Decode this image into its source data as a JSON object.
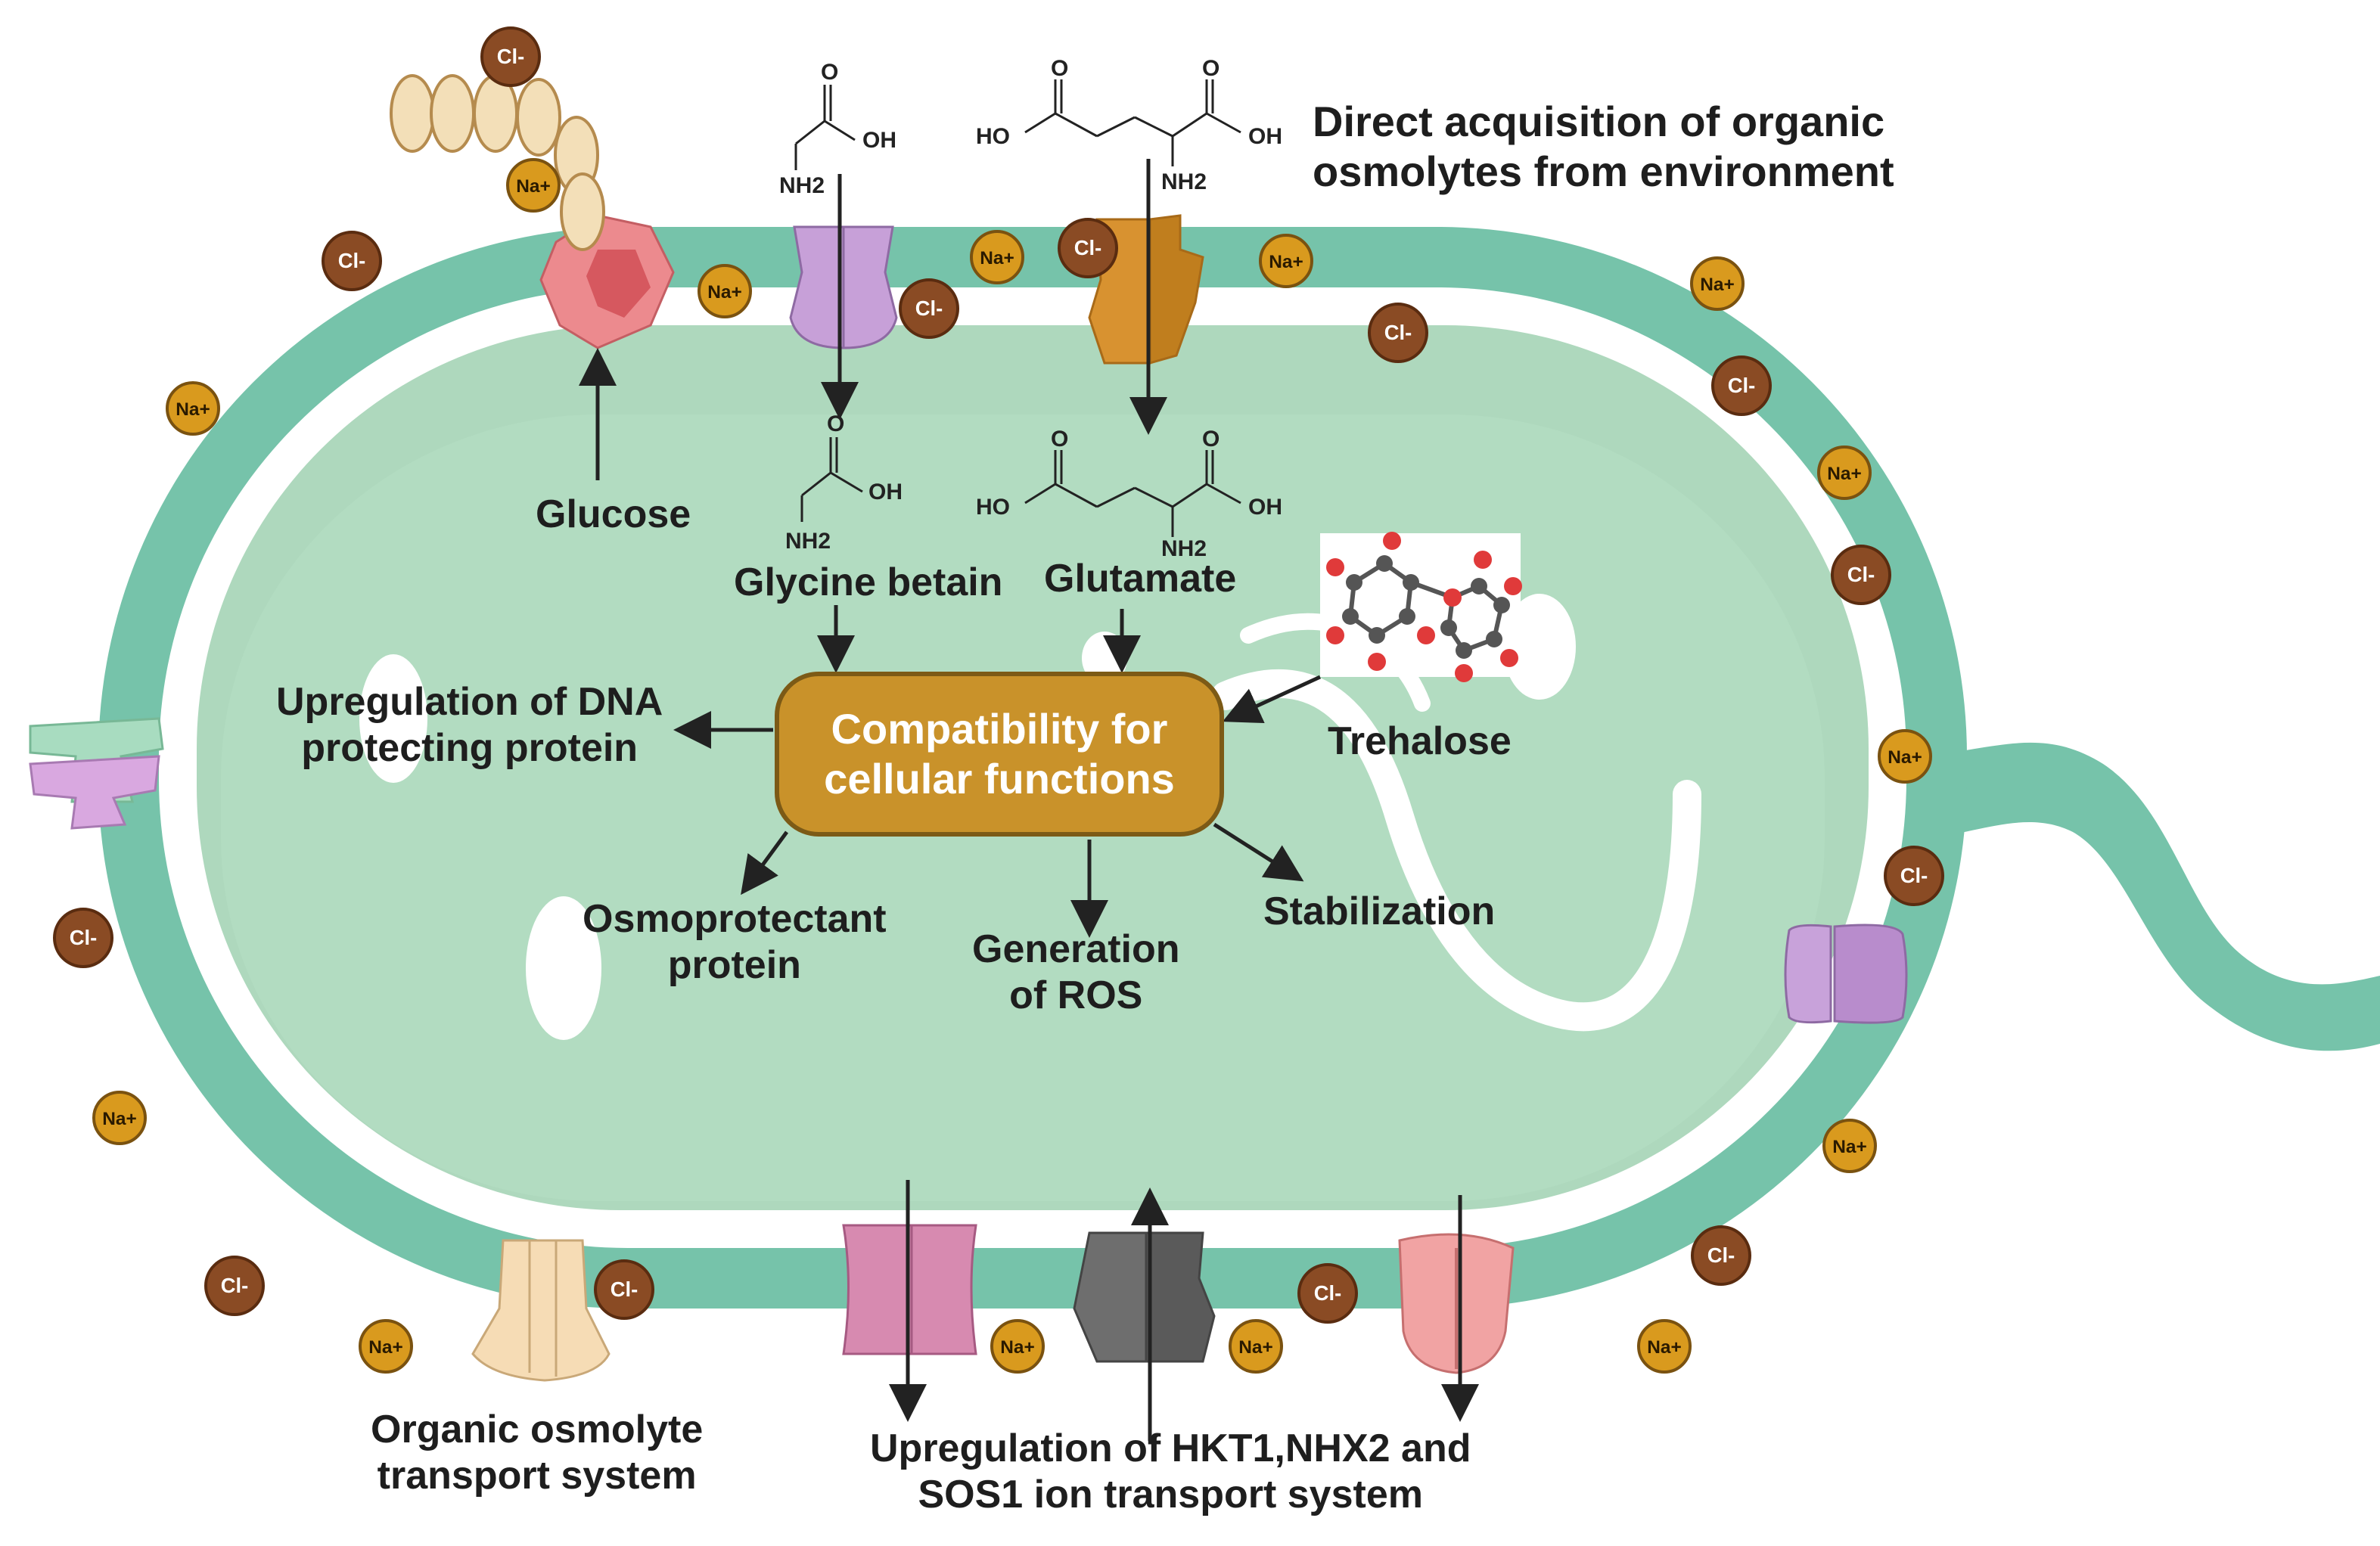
{
  "labels": {
    "direct_acquisition": [
      "Direct acquisition of organic",
      "osmolytes from environment"
    ],
    "glucose": "Glucose",
    "glycine_betain": "Glycine betain",
    "glutamate": "Glutamate",
    "trehalose": "Trehalose",
    "compatibility": [
      "Compatibility for",
      "cellular functions"
    ],
    "dna_protecting": [
      "Upregulation of DNA",
      "protecting protein"
    ],
    "osmoprotectant": [
      "Osmoprotectant",
      "protein"
    ],
    "ros": [
      "Generation",
      "of ROS"
    ],
    "stabilization": "Stabilization",
    "organic_transport": [
      "Organic osmolyte",
      "transport system"
    ],
    "ion_transport": [
      "Upregulation of HKT1,NHX2 and",
      "SOS1 ion transport system"
    ]
  },
  "ions": {
    "chloride": "Cl-",
    "sodium": "Na+"
  },
  "chem": {
    "oh": "OH",
    "ho": "HO",
    "o": "O",
    "nh2": "NH2"
  },
  "colors": {
    "outer_membrane": "#76c3aa",
    "cytoplasm": "#aed8bd",
    "center_box": "#c9922a",
    "chloride_ion": "#8a4b24",
    "sodium_ion": "#d99a1e"
  }
}
